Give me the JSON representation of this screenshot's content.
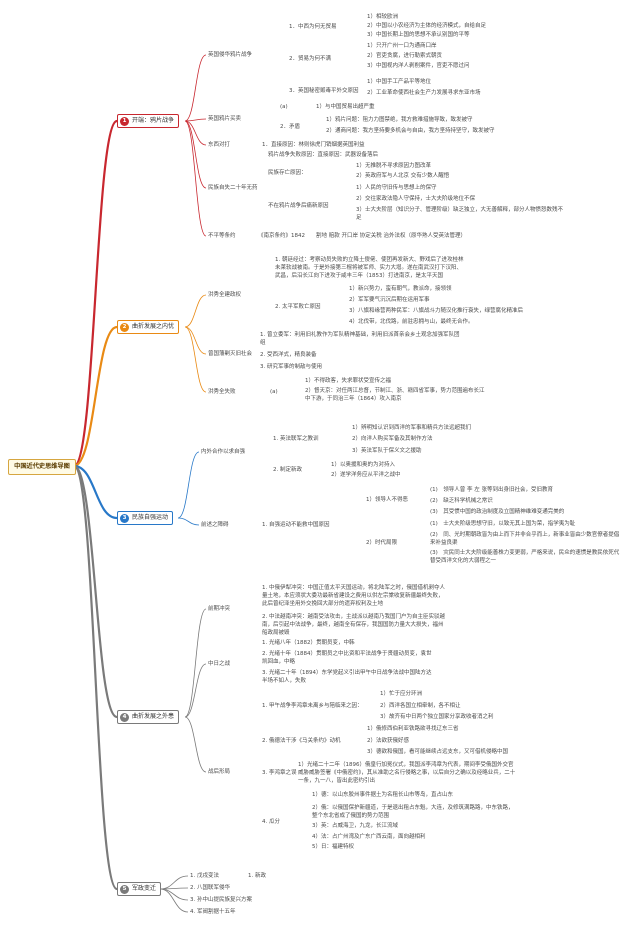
{
  "root": "中国近代史思维导图",
  "branches": [
    {
      "num": "1",
      "label": "开端：鸦片战争",
      "color": "#c8272f"
    },
    {
      "num": "2",
      "label": "曲折发展之内忧",
      "color": "#e98a14"
    },
    {
      "num": "3",
      "label": "民族自强运动",
      "color": "#2878c8"
    },
    {
      "num": "4",
      "label": "曲折发展之外患",
      "color": "#7a7a7a"
    },
    {
      "num": "5",
      "label": "军政变迁",
      "color": "#7a7a7a"
    }
  ],
  "b1": {
    "n_cause": "英国侵华鸦片战争",
    "n_why": "1．中西为何无贸易",
    "n_why1": "1）相较欧洲",
    "n_why2": "2）中国以小农经济为主体的经济模式，自给自足",
    "n_why3": "3）中国长期上国的思想不承认别国的平等",
    "n_trade": "2．贸易为何不满",
    "n_trade1": "1）只开广州一口为通商口岸",
    "n_trade2": "2）官吏贪腐，进行勒索式朝贡",
    "n_trade3": "3）中国视内洋人剥削案件，官吏不愿过问",
    "n_smug": "3．英国秘密贩毒平外交原因",
    "n_smug1": "1）中国手工产品平等地位",
    "n_smug2": "2）工业革命使西社会生产力发展寻求东亚市场",
    "n_opium": "英国鸦片买卖",
    "n_a": "(a)",
    "n_a1": "1）与中国贸易出超严重",
    "n_ban": "2．矛盾",
    "n_ban1": "1）鸦片问题：阻力力图禁绝，我方救难措施导致，致发被守",
    "n_ban2": "2）通商问题：我方坚持要多机会与自由，我方坚持持坚守，致发被守",
    "n_east": "东西对打",
    "n_east1": "1．直接原因：林则徐虎门销烟据英国利益",
    "n_war": "民族自失二十年无药",
    "n_war1": "鸦片战争失败原因：直接原因：武器设备落后",
    "n_war2": "民族存亡原因：",
    "n_war2a": "1）无推脱不寻求原因力图改革",
    "n_war2b": "2）英政府军与人北京 交有少数人醒悟",
    "n_war3": "不在鸦片战争后痛新原因",
    "n_war3a": "1）人民的守旧传与思想上的保守",
    "n_war3b": "2）交往家政法隐人守保持，士大夫阶级地位不保",
    "n_war3c": "3）士大夫阶层（知识分子、管理阶级）缺乏独立，大无善解释，部分人物愤怒数残不足",
    "n_treaty": "不平等条约",
    "n_treaty1": "《南京条约》1842",
    "n_treaty2": "割地 赔款 开口岸 协定关税 治外法权（原华熟人受英法管理）"
  },
  "b2": {
    "n_intro": "1. 朝廷经过：考察动员失败的立降土傻佬、使团再发新大、野戏后了进攻桂林未莱软战被南。于是外接第三棍将被军师、实力大增。遂在南武汉打下汉阳、武昌，后沿长江向下进攻于咸丰三年（1853）打进南京，是太平天国",
    "n_taiping": "洪秀全建政权",
    "n_fail": "2. 太平军败亡原因",
    "n_fail1": "1）新兴势力，蛮有朝气，教派命，接领领",
    "n_fail2": "2）军军要气沉沉后期在运用军事",
    "n_fail3": "3）八旗和缘营两种民军：八旗战斗力随汉化推行衰失，绿营腐化精准后",
    "n_fail4": "4）北伐带，北伐路，前驻忠拥与山，最终无合作。",
    "n_zeng": "曾国藩剿灭旧社会",
    "n_zeng1": "1. 曾立委军：利用旧礼教作为军队精神基础，利用旧派首亲会乡土观念加强军队团组",
    "n_zeng2": "2. 受西洋式，精良装备",
    "n_zeng3": "3. 研究军事的制敌与使用",
    "n_loss": "洪秀全失败",
    "n_a": "(a)",
    "n_loss1": "1）不得政客，失求罪状受宣传之福",
    "n_loss2": "2）督天京：对任两江总督，节制江、浙、赣四省军事，势力范围遍布长江中下游，于同治三年（1864）攻入南京"
  },
  "b3": {
    "n_inner": "内外合作以求自强",
    "n_learn": "1. 英法联军之教训",
    "n_learn1": "1）辨明知认识到西洋的军事和精兵方法远超我们",
    "n_learn2": "2）向洋人购买军备及其制作方法",
    "n_learn3": "3）英法军队于保义文之援助",
    "n_new": "2. 制定新政",
    "n_new1": "1）以奥援和奥的为对持入",
    "n_new2": "2）遂学洋务应从平洋之战中",
    "n_conflict": "前述之障碍",
    "n_mistake": "1. 自强运动不能救中国原因",
    "n_leader": "1）领导人不得恶",
    "n_leader1": "(1)　领导人曾 李 左 张等到出身旧社会，受旧教育",
    "n_leader2": "(2)　缺乏科学机械之常识",
    "n_leader3": "(3)　其受惯中国的政治制度及立国精神维难变通完美的",
    "n_era": "2）时代局限",
    "n_era1": "(1)　士大夫阶级思想守旧，以致无其上国为荣，指学夷为耻",
    "n_era2": "(2)　同、光时期朝政皆为由上而下并非合乎而上，新事业皆由少数官僚者提倡来补益良渠",
    "n_era3": "(3)　灾民同士大夫阶级能善株力变更弱，严格来说，民众的速惯是教民依死代替受西洋文化的大弱程之一"
  },
  "b4": {
    "n_border": "前期冲突",
    "n_border1": "1. 中俄伊犁冲突：中国正值太平天国运动，将北陆军之时，俄国借机剥夺人量土地，本应须状大委功最新省建设之费用以供左宗棠收复新疆最终失败，此后曾纪泽坐用外交挽回大部分的遗弃权利及土地",
    "n_border2": "2. 中法越南冲突：越南受法攻击，主战派以越南乃我国门户为自主臣实驳越南，后引起中法战争，最终，越南全有保存，我国国防力量大大损失，福州船政局被毁",
    "n_sino": "中日之战",
    "n_sino1": "1. 光绪八年（1882）贯朝员变，中韩",
    "n_sino2": "2. 光绪十年（1884）贯朝员之中比资和平法战争于贤疆动员变，袁世凯回血，中略",
    "n_sino3": "3. 光绪二十年（1894）东学党起义引出甲午中日战争法战中国陆方达半场不如人，失败",
    "n_post": "战后形局",
    "n_post1": "1. 甲午战争李鸿章未离乡与陪临来之因：",
    "n_post1a": "1）忙于应分环洲",
    "n_post1b": "2）西洋各国立相牵制，各不相让",
    "n_post1c": "3）故齐有中日两个独立国家分享政收者消之利",
    "n_post2": "2. 俄德法干涉《马关条约》动机",
    "n_post2a": "1）俄修西伯利亚铁路欲寻找辽东三省",
    "n_post2b": "2）法欲获俄好感",
    "n_post2c": "3）德欲和俄国，看可能继续占远支东，又可借机侵略中国",
    "n_post3": "3. 李鸿章之误",
    "n_post3a": "1）光绪二十二年（1896）俄皇行加冕仪式，我国派李鸿章为代表，期间李受俄国外交官威胁威胁签署《中俄密约》，其从准助之名行侵略之事，以后自分之确以及经略业兵，二十一条，九一八，皆出此密约引出",
    "n_post4": "4. 瓜分",
    "n_post4a": "1）德：以山东胶州事件据土为名租长山市等岛，直占山东",
    "n_post4b": "2）俄：以俄国保护新疆道，于是退出租占东魁，大连，及修筑满路路，中东铁路，整个东北省成了俄国的势力范围",
    "n_post4c": "3）英：占威海卫，九龙，长江流域",
    "n_post4d": "4）法：占广州湾及广东广西云南，面向越相利",
    "n_post4e": "5）日：福建特权"
  },
  "b5": {
    "n_r1": "1. 戊戌变法",
    "n_r1a": "1. 新政",
    "n_r2": "2. 八国联军侵华",
    "n_r3": "3. 孙中山提民族复兴方案",
    "n_r4": "4. 军阀割据十五年"
  }
}
